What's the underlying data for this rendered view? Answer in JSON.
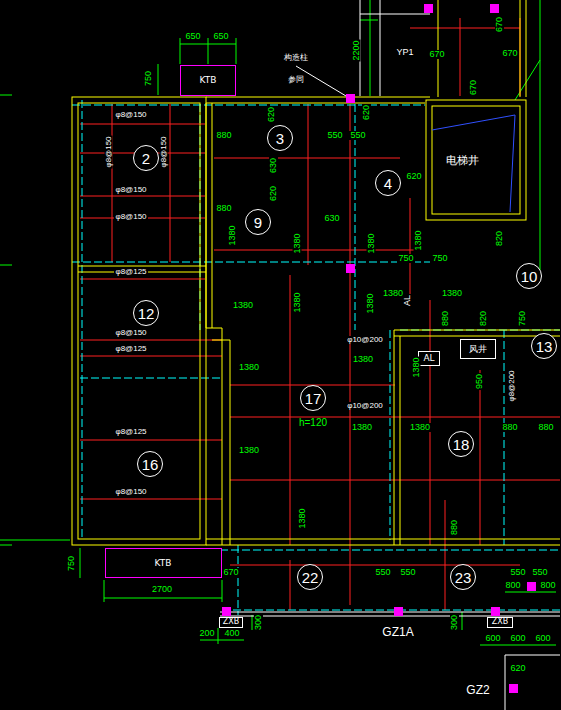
{
  "diagram": {
    "nodes": [
      {
        "text": [
          "KTB"
        ]
      },
      {
        "text": [
          "2"
        ]
      },
      {
        "text": [
          "3"
        ]
      },
      {
        "text": [
          "4"
        ]
      },
      {
        "text": [
          "9"
        ]
      },
      {
        "text": [
          "10"
        ]
      },
      {
        "text": [
          "12"
        ]
      },
      {
        "text": [
          "AL"
        ]
      },
      {
        "text": [
          "风井"
        ]
      },
      {
        "text": [
          "13"
        ]
      },
      {
        "text": [
          "17"
        ]
      },
      {
        "text": [
          "16"
        ]
      },
      {
        "text": [
          "18"
        ]
      },
      {
        "text": [
          "KTB"
        ]
      },
      {
        "text": [
          "22"
        ]
      },
      {
        "text": [
          "23"
        ]
      },
      {
        "text": [
          "ZXB"
        ]
      },
      {
        "text": [
          "ZXB"
        ]
      }
    ],
    "labels": [
      "650",
      "650",
      "750",
      "构造柱",
      "参同",
      "2200",
      "YP1",
      "670",
      "670",
      "670",
      "670",
      "φ8@150",
      "φ8@150",
      "φ8@150",
      "φ8@150",
      "φ8@150",
      "880",
      "620",
      "630",
      "620",
      "550",
      "550",
      "620",
      "电梯井",
      "620",
      "880",
      "1380",
      "630",
      "1380",
      "1380",
      "1380",
      "750",
      "750",
      "820",
      "φ8@125",
      "1380",
      "1380",
      "1380",
      "AL",
      "1380",
      "1380",
      "880",
      "820",
      "750",
      "φ8@150",
      "φ10@200",
      "φ8@125",
      "1380",
      "1380",
      "1380",
      "950",
      "φ8@200",
      "h=120",
      "φ10@200",
      "1380",
      "1380",
      "880",
      "880",
      "φ8@125",
      "1380",
      "φ8@150",
      "1380",
      "880",
      "750",
      "2700",
      "670",
      "550",
      "550",
      "550",
      "550",
      "800",
      "800",
      "200",
      "400",
      "300",
      "GZ1A",
      "300",
      "600",
      "600",
      "600",
      "620",
      "GZ2"
    ]
  }
}
